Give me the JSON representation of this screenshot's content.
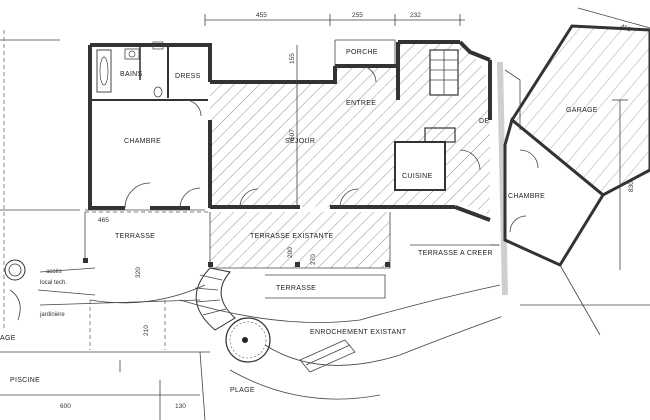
{
  "dimensions_top": [
    "455",
    "255",
    "232",
    "450"
  ],
  "dimensions_side": {
    "d155": "155",
    "d507": "507",
    "d830": "830",
    "d465": "465",
    "d200": "200",
    "d270": "270",
    "d320": "320",
    "d210": "210",
    "d600": "600",
    "d130": "130"
  },
  "rooms": {
    "bains": "BAINS",
    "dress": "DRESS",
    "chambre_left": "CHAMBRE",
    "porche": "PORCHE",
    "entree": "ENTREE",
    "sejour": "SEJOUR",
    "cuisine": "CUISINE",
    "garage": "GARAGE",
    "chambre_right": "CHAMBRE",
    "terrasse_left": "TERRASSE",
    "terrasse_existante": "TERRASSE EXISTANTE",
    "terrasse_a_creer": "TERRASSE A CREER",
    "terrasse_lower": "TERRASSE",
    "enrochement": "ENROCHEMENT EXISTANT",
    "plage": "PLAGE",
    "piscine": "PISCINE",
    "age": "AGE",
    "de": "DE"
  },
  "notes": {
    "acces": "accès",
    "local_tech": "local tech.",
    "jardiniere": "jardinière"
  }
}
